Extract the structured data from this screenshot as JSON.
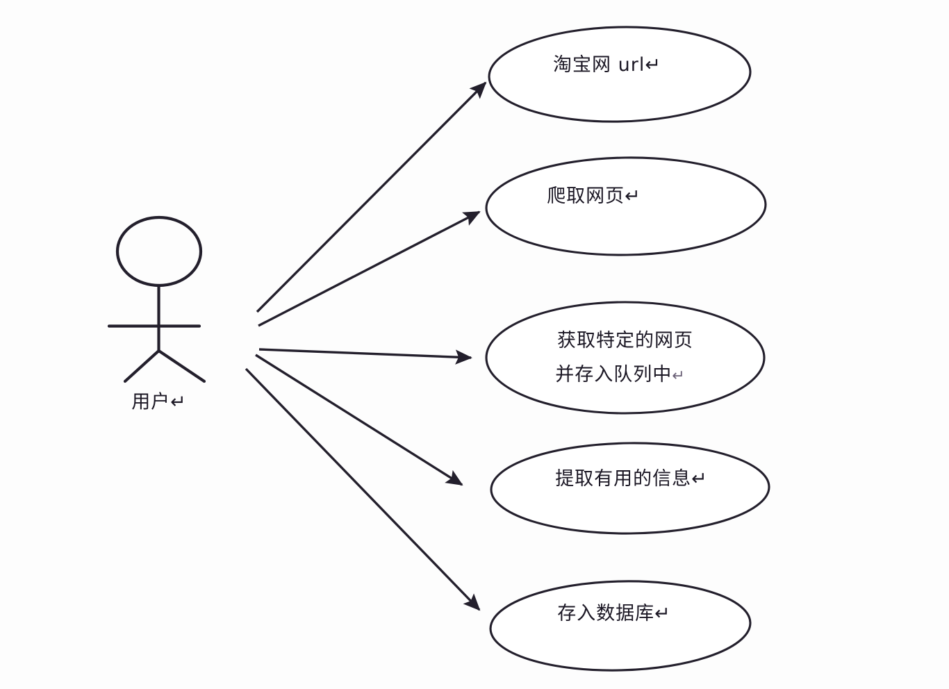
{
  "diagram": {
    "kind": "uml-use-case-diagram",
    "background_color": "#fdfdfd",
    "stroke_color": "#231f2c",
    "text_color": "#1b1724",
    "pilcrow": "↵",
    "actor": {
      "name": "用户",
      "label": "用户↵",
      "icon": "stick-figure-actor"
    },
    "use_cases": [
      {
        "id": "uc-taobao-url",
        "lines": [
          "淘宝网 url"
        ],
        "label": "淘宝网 url↵"
      },
      {
        "id": "uc-crawl-page",
        "lines": [
          "爬取网页"
        ],
        "label": "爬取网页↵"
      },
      {
        "id": "uc-fetch-and-queue",
        "lines": [
          "获取特定的网页",
          "并存入队列中"
        ],
        "label": "获取特定的网页 并存入队列中↵"
      },
      {
        "id": "uc-extract-info",
        "lines": [
          "提取有用的信息"
        ],
        "label": "提取有用的信息↵"
      },
      {
        "id": "uc-save-database",
        "lines": [
          "存入数据库"
        ],
        "label": "存入数据库↵"
      }
    ],
    "associations": [
      {
        "from": "用户",
        "to": "淘宝网 url"
      },
      {
        "from": "用户",
        "to": "爬取网页"
      },
      {
        "from": "用户",
        "to": "获取特定的网页并存入队列中"
      },
      {
        "from": "用户",
        "to": "提取有用的信息"
      },
      {
        "from": "用户",
        "to": "存入数据库"
      }
    ]
  }
}
